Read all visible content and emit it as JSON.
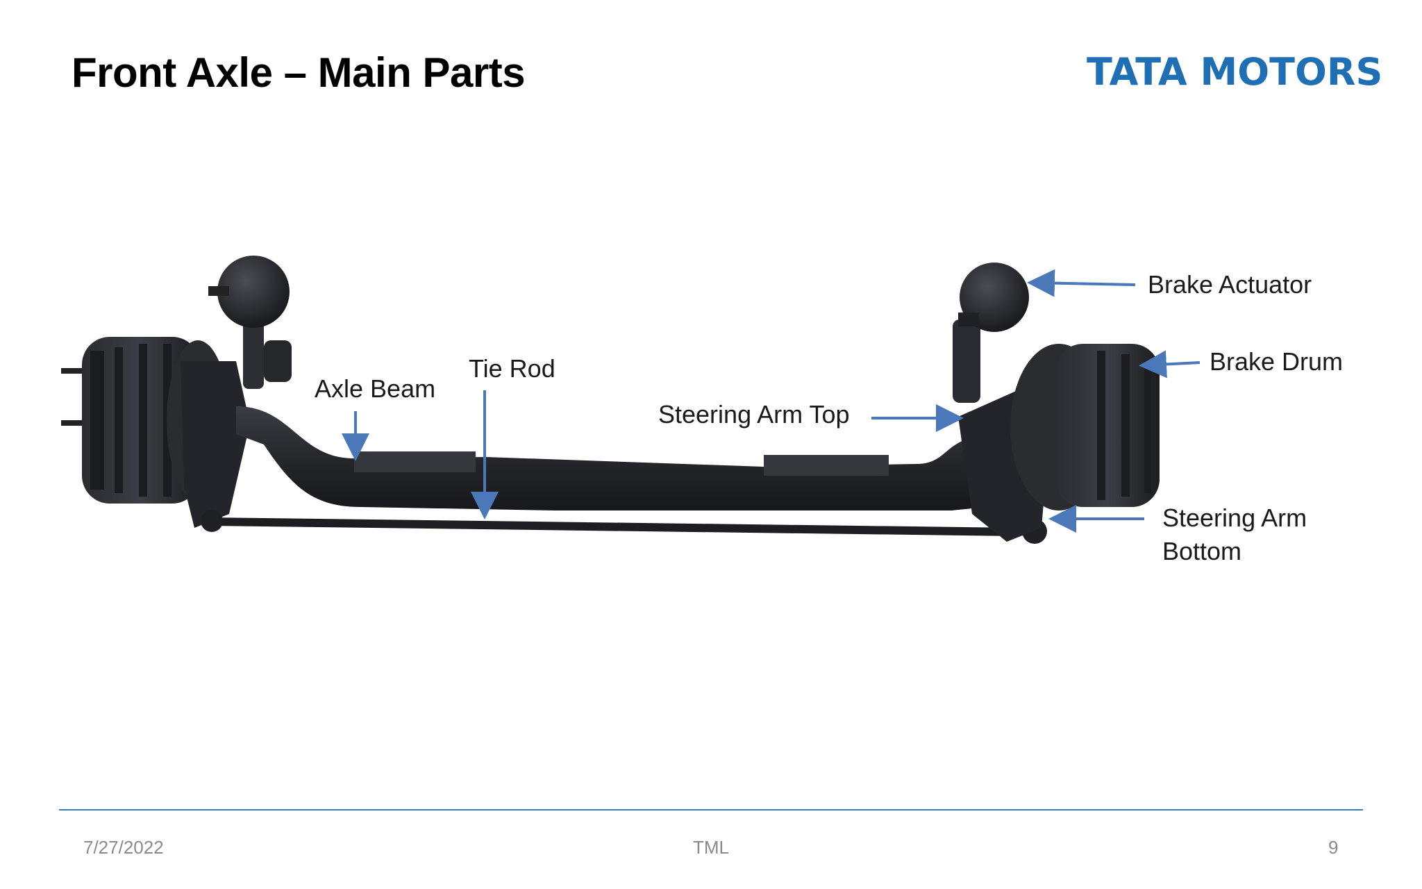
{
  "slide": {
    "title": "Front Axle – Main Parts",
    "logo_text": "TATA MOTORS",
    "logo_color": "#1f6fb5",
    "accent_color": "#3a7cc4"
  },
  "labels": {
    "brake_actuator": "Brake Actuator",
    "brake_drum": "Brake Drum",
    "axle_beam": "Axle Beam",
    "tie_rod": "Tie Rod",
    "steering_arm_top": "Steering Arm Top",
    "steering_arm_bottom_line1": "Steering Arm",
    "steering_arm_bottom_line2": "Bottom"
  },
  "footer": {
    "date": "7/27/2022",
    "center": "TML",
    "page_number": "9"
  }
}
